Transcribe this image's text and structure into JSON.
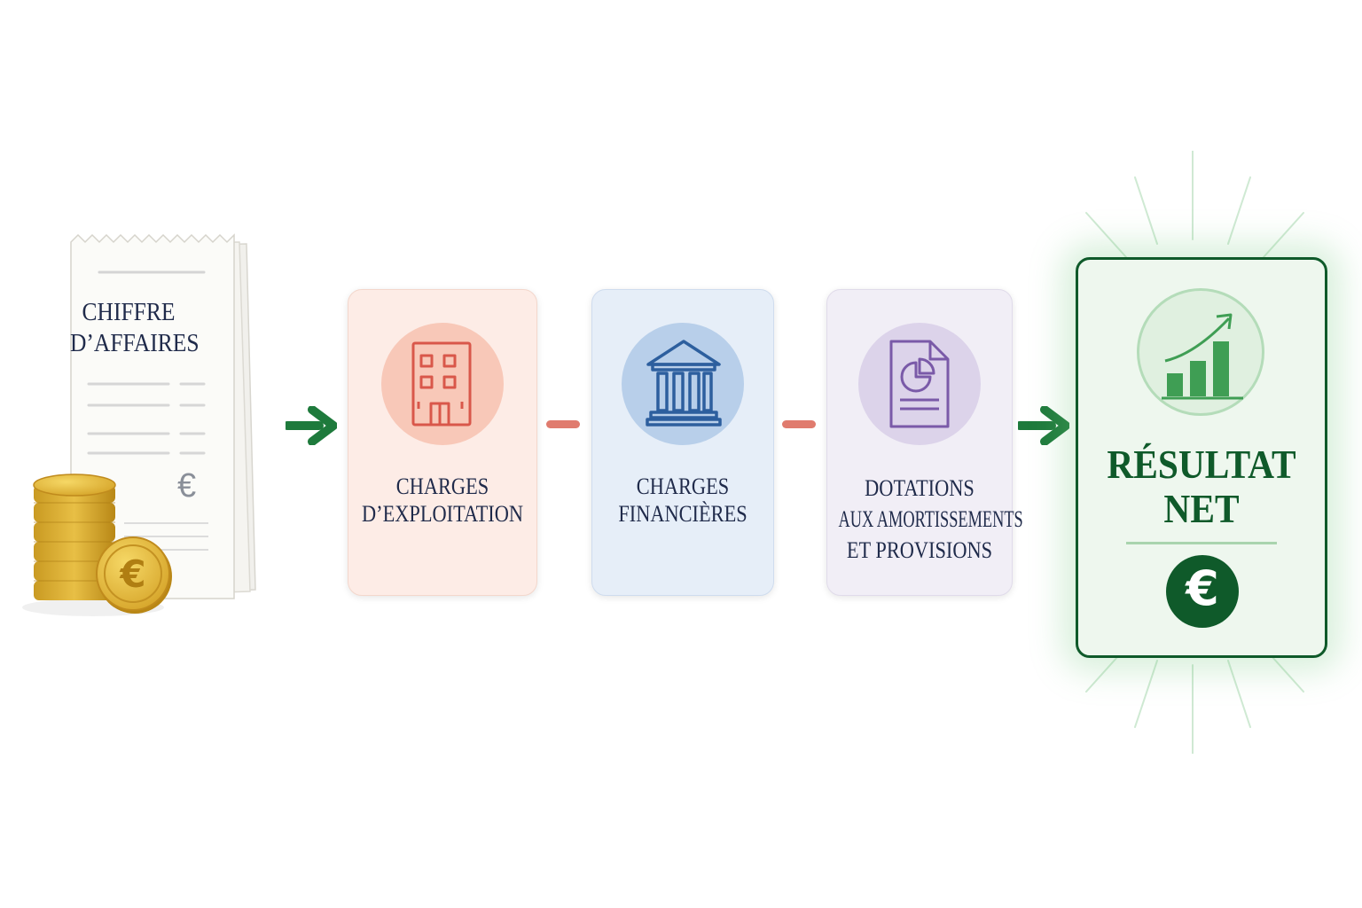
{
  "revenue": {
    "line1": "CHIFFRE",
    "line2": "D’AFFAIRES",
    "currency_symbol": "€"
  },
  "steps": [
    {
      "line1": "CHARGES",
      "line2": "D’EXPLOITATION",
      "icon": "building-icon"
    },
    {
      "line1": "CHARGES",
      "line2": "FINANCIÈRES",
      "icon": "bank-icon"
    },
    {
      "line1": "DOTATIONS",
      "line2": "AUX AMORTISSEMENTS",
      "line3": "ET PROVISIONS",
      "icon": "document-chart-icon"
    }
  ],
  "result": {
    "line1": "RÉSULTAT",
    "line2": "NET",
    "currency_symbol": "€",
    "icon": "growth-chart-icon"
  },
  "colors": {
    "accent_green": "#1e7a3c",
    "dark_green": "#0f5a2a",
    "minus_red": "#e07b6e",
    "exploitation_bg": "#fdece6",
    "financier_bg": "#e6eef8",
    "dotations_bg": "#f1eef6"
  }
}
